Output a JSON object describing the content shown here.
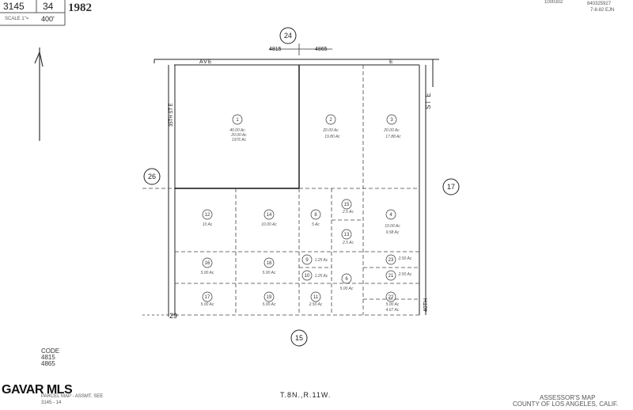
{
  "header": {
    "book": "3145",
    "page": "34",
    "year": "1982",
    "scale": "400'",
    "scale_prefix": "SCALE 1\"=",
    "top_right_1": "1000302",
    "top_right_2": "840325927",
    "top_right_3": "7-8-82 EJN"
  },
  "map": {
    "roads": {
      "top_left": "AVE",
      "top_right": "E",
      "left": "35TH ST E",
      "right": "ST E",
      "right_bottom": "40TH"
    },
    "sections": {
      "top": "24",
      "left": "26",
      "right": "17",
      "bottom": "15",
      "bottom_left_num": "29"
    },
    "dims": {
      "left": "4815",
      "right": "4865"
    },
    "parcels": [
      {
        "no": "1",
        "acre": "40.00 Ac",
        "note": "20.00 Ac",
        "note2": "1976 Ac"
      },
      {
        "no": "2",
        "acre": "20.00 Ac",
        "note": "19.80 Ac",
        "note2": ""
      },
      {
        "no": "3",
        "acre": "20.00 Ac",
        "note": "17.88 Ac",
        "note2": ""
      },
      {
        "no": "12",
        "acre": "10 Ac"
      },
      {
        "no": "14",
        "acre": "10.00 Ac"
      },
      {
        "no": "8",
        "acre": "5 Ac"
      },
      {
        "no": "15",
        "acre": "2.5 Ac"
      },
      {
        "no": "4",
        "acre": "10.00 Ac",
        "note": "9.58 Ac"
      },
      {
        "no": "13",
        "acre": "2.5 Ac"
      },
      {
        "no": "16",
        "acre": "5.00 Ac"
      },
      {
        "no": "18",
        "acre": "5.00 Ac"
      },
      {
        "no": "9",
        "acre": "1.25 Ac"
      },
      {
        "no": "10",
        "acre": "1.25 Ac"
      },
      {
        "no": "6",
        "acre": "5.00 Ac"
      },
      {
        "no": "23",
        "acre": "2.50 Ac"
      },
      {
        "no": "21",
        "acre": "2.50 Ac"
      },
      {
        "no": "17",
        "acre": "5.00 Ac"
      },
      {
        "no": "19",
        "acre": "5.00 Ac"
      },
      {
        "no": "11",
        "acre": "2.50 Ac"
      },
      {
        "no": "22",
        "acre": "5.00 Ac",
        "note": "4.67 Ac"
      }
    ]
  },
  "footer": {
    "code_label": "CODE",
    "code_1": "4815",
    "code_2": "4865",
    "watermark": "GAVAR MLS",
    "parcel_map": "PARCEL MAP - ASSMT. SEE",
    "parcel_map_ref": "3145 - 14",
    "township": "T.8N.,R.11W.",
    "assessor": "ASSESSOR'S MAP",
    "county": "COUNTY OF LOS ANGELES, CALIF."
  }
}
